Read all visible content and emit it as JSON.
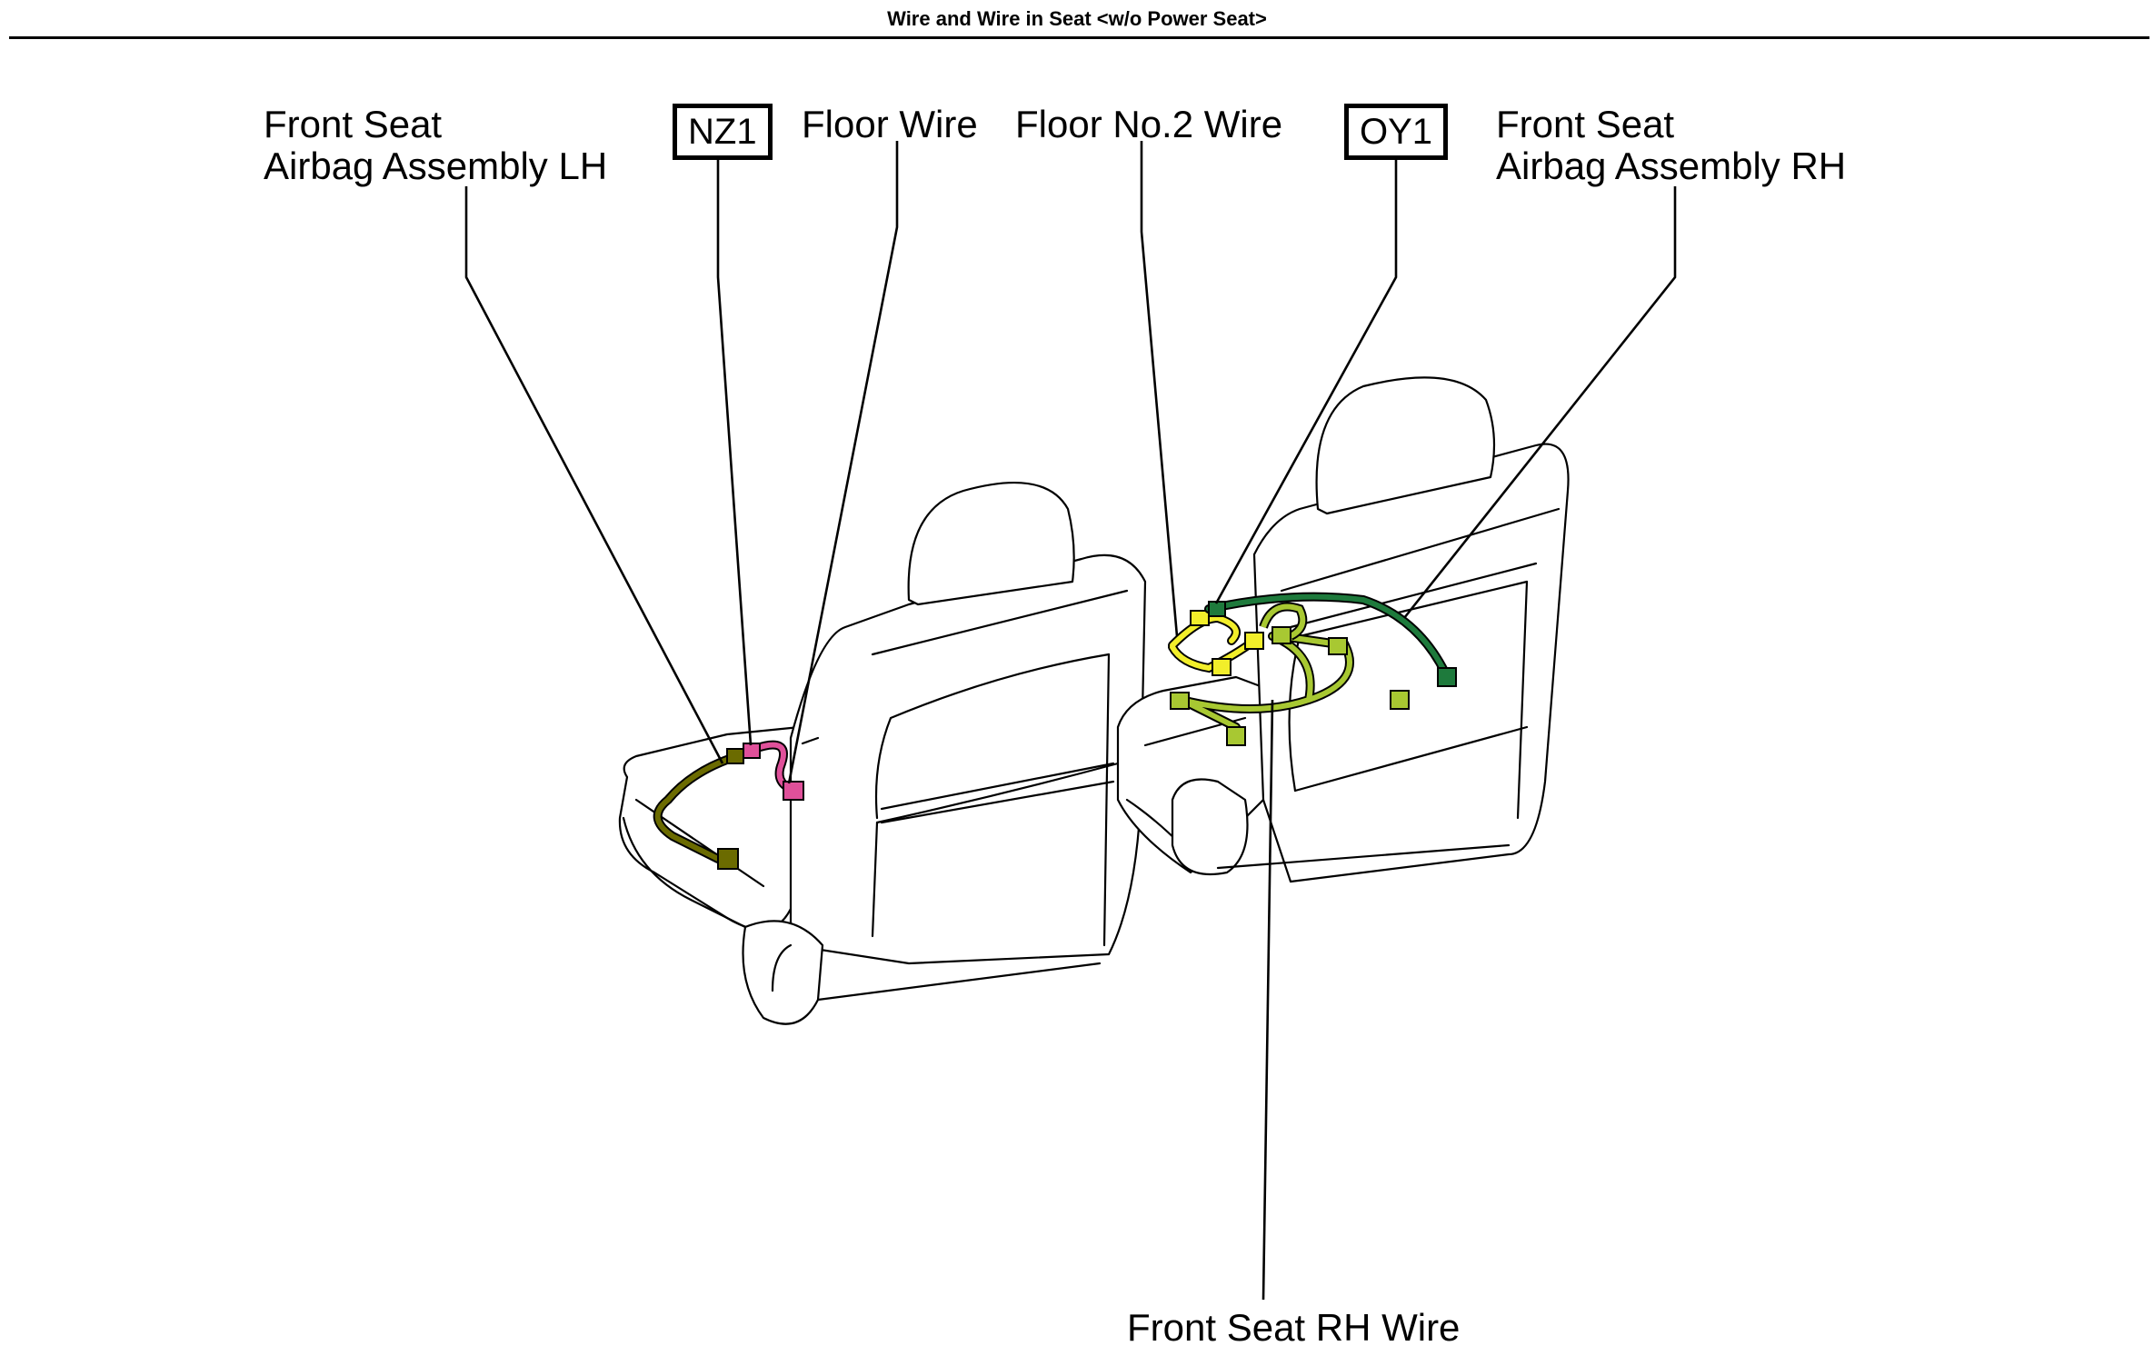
{
  "page": {
    "title": "Wire and Wire in Seat <w/o Power Seat>"
  },
  "labels": {
    "front_seat_airbag_lh": [
      "Front Seat",
      "Airbag Assembly LH"
    ],
    "nz1": "NZ1",
    "floor_wire": "Floor Wire",
    "floor_no2_wire": "Floor No.2 Wire",
    "oy1": "OY1",
    "front_seat_airbag_rh": [
      "Front Seat",
      "Airbag Assembly RH"
    ],
    "front_seat_rh_wire": "Front Seat RH Wire"
  },
  "colors": {
    "airbag_lh_wire": "#6b6b00",
    "floor_wire": "#e0509a",
    "floor_no2_wire": "#f2ee2a",
    "front_seat_rh_wire": "#a8c832",
    "airbag_rh_wire": "#1e7a3c",
    "outline": "#000000"
  }
}
